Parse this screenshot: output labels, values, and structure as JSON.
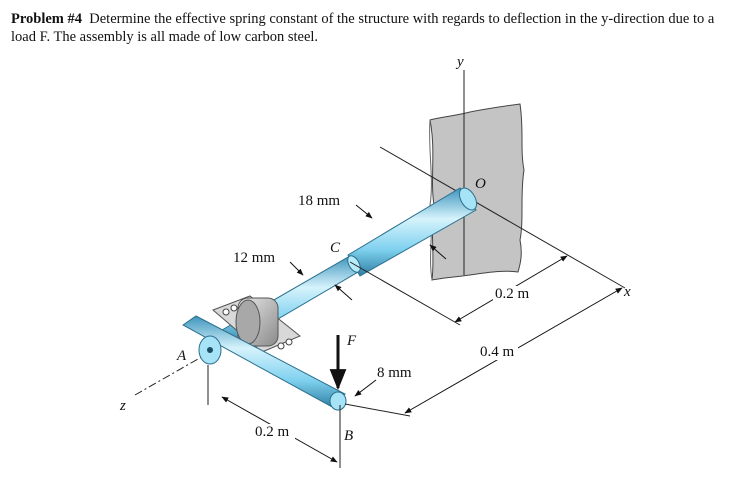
{
  "problem": {
    "number_label": "Problem #4",
    "text": "Determine the effective spring constant of the structure with regards to deflection in the y-direction due to a load F.  The assembly is all made of low carbon steel."
  },
  "figure": {
    "axis_y": "y",
    "axis_x": "x",
    "axis_z": "z",
    "point_o": "O",
    "point_a": "A",
    "point_b": "B",
    "point_c": "C",
    "load": "F",
    "dim_18mm": "18 mm",
    "dim_12mm": "12 mm",
    "dim_8mm": "8 mm",
    "dim_02m_top": "0.2 m",
    "dim_04m": "0.4 m",
    "dim_02m_bottom": "0.2 m"
  },
  "colors": {
    "rod": "#7fd1ef",
    "rod_highlight": "#d6f3fc",
    "rod_edge": "#2a6f8d",
    "wall": "#bdbdbd",
    "bearing": "#c9c9c9"
  }
}
